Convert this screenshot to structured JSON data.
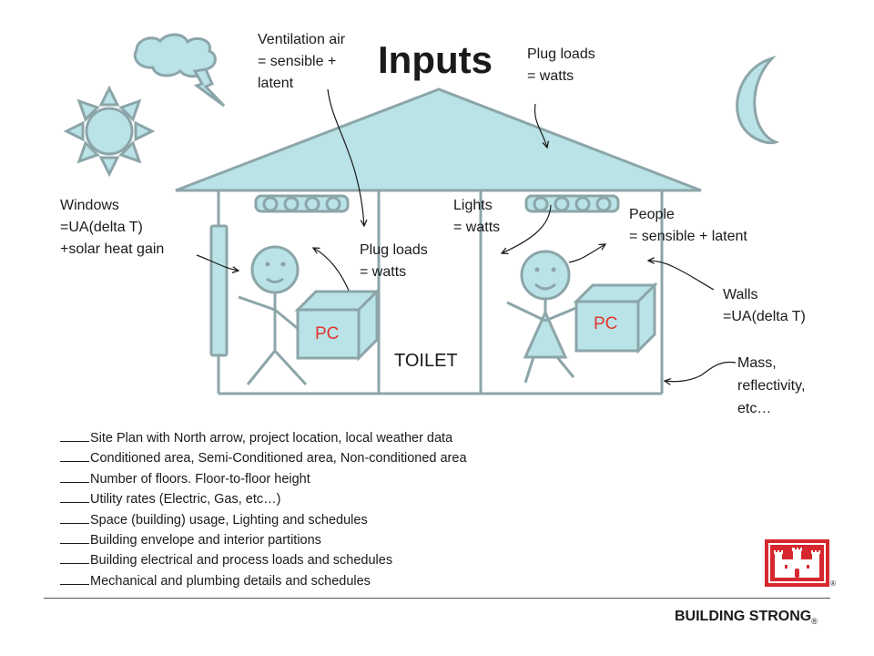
{
  "title": "Inputs",
  "labels": {
    "ventilation": "Ventilation air\n= sensible +\nlatent",
    "plug_top": "Plug loads\n= watts",
    "plug_mid": "Plug loads\n= watts",
    "windows": "Windows\n=UA(delta T)\n+solar heat gain",
    "lights": "Lights\n= watts",
    "people": "People\n= sensible + latent",
    "walls": "Walls\n=UA(delta T)",
    "mass": "Mass,\nreflectivity,\netc…",
    "toilet": "TOILET",
    "pc_left": "PC",
    "pc_right": "PC"
  },
  "checklist": [
    "Site Plan with North arrow, project location, local weather data",
    "Conditioned area, Semi-Conditioned area, Non-conditioned area",
    "Number of floors.  Floor-to-floor height",
    "Utility rates (Electric, Gas, etc…)",
    "Space (building) usage, Lighting and schedules",
    "Building envelope and interior partitions",
    "Building electrical and process loads and schedules",
    "Mechanical and plumbing details and schedules"
  ],
  "footer": {
    "brand": "BUILDING STRONG",
    "brand_mark": "®",
    "logo_mark": "®"
  },
  "colors": {
    "fill": "#b9e3e6",
    "stroke": "#8ca5a9",
    "pc_text": "#e3342f",
    "logo_red": "#d7272e"
  },
  "icons": [
    "sun-icon",
    "cloud-lightning-icon",
    "moon-icon",
    "castle-logo-icon"
  ]
}
